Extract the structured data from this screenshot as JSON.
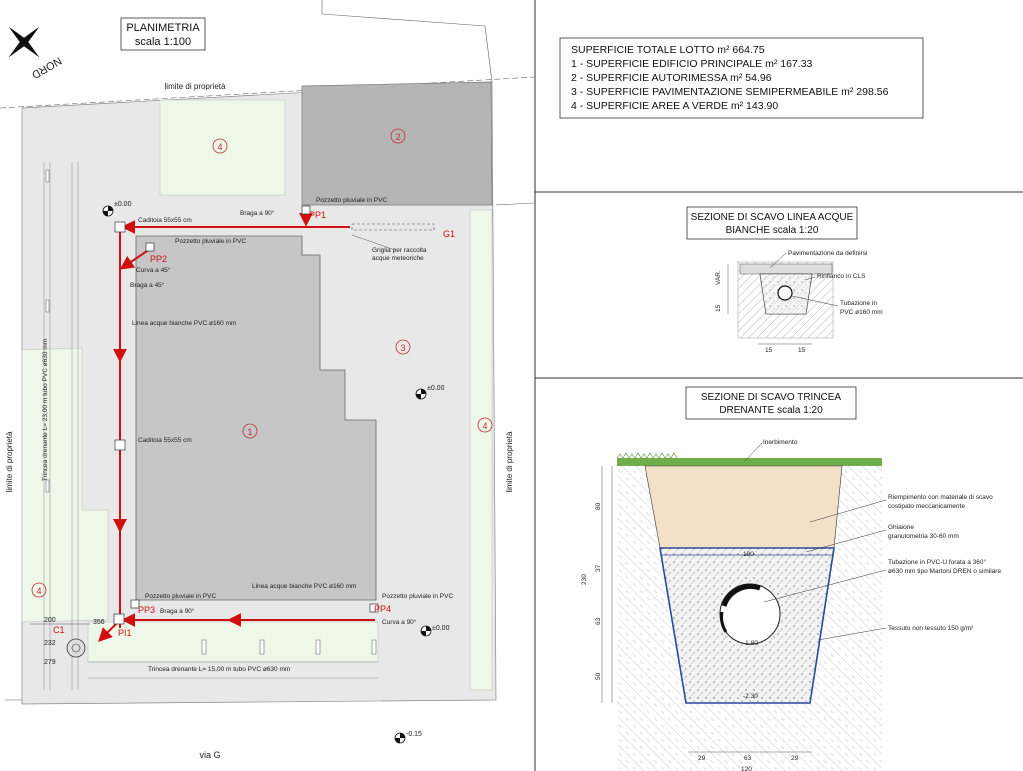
{
  "plan": {
    "title": "PLANIMETRIA",
    "scale": "scala 1:100",
    "north": "NORD",
    "limit_top": "limite di proprietà",
    "limit_left": "limite di proprietà",
    "limit_right": "limite di proprietà",
    "street": "via G",
    "areas": {
      "a1": "1",
      "a2": "2",
      "a3": "3",
      "a4_top": "4",
      "a4_left": "4",
      "a4_right": "4"
    },
    "levels": {
      "l1": "±0.00",
      "l2": "±0.00",
      "l3": "±0.00",
      "l4": "-0.15"
    },
    "nodes": {
      "pp1": "PP1",
      "pp2": "PP2",
      "pp3": "PP3",
      "pp4": "PP4",
      "pi1": "PI1",
      "c1": "C1",
      "g1": "G1"
    },
    "annotations": {
      "caditoia1": "Caditoia 55x55 cm",
      "braga90_top": "Braga a 90°",
      "pozzetto_pp1": "Pozzetto pluviale in PVC",
      "pozzetto_pp2": "Pozzetto pluviale in PVC",
      "curva45": "Curva a 45°",
      "braga45": "Braga a 45°",
      "griglia1": "Griglia per raccolta",
      "griglia2": "acque meteoriche",
      "linea_vert": "Linea acque bianche PVC ø160 mm",
      "caditoia2": "Caditoia 55x55 cm",
      "linea_horiz": "Linea acque bianche PVC ø160 mm",
      "pozzetto_pp3": "Pozzetto pluviale in PVC",
      "braga90_bottom": "Braga a 90°",
      "pozzetto_pp4": "Pozzetto pluviale in PVC",
      "curva90": "Curva a 90°",
      "trincea_vert": "Trincea drenante L= 23,00 m tubo PVC ø630 mm",
      "trincea_horiz": "Trincea drenante L= 15,00 m tubo PVC ø630 mm"
    },
    "dims": {
      "d200": "200",
      "d356": "356",
      "d232": "232",
      "d279": "279"
    }
  },
  "surfaces": [
    "SUPERFICIE TOTALE LOTTO m² 664.75",
    "1 - SUPERFICIE EDIFICIO PRINCIPALE m² 167.33",
    "2 - SUPERFICIE AUTORIMESSA m² 54.96",
    "3 - SUPERFICIE PAVIMENTAZIONE SEMIPERMEABILE m² 298.56",
    "4 - SUPERFICIE AREE A VERDE m² 143.90"
  ],
  "section1": {
    "title1": "SEZIONE DI SCAVO LINEA ACQUE",
    "title2": "BIANCHE scala 1:20",
    "label_pav": "Pavimentazione da definirsi",
    "label_rinf": "Rinfianco in CLS",
    "label_tub1": "Tubazione in",
    "label_tub2": "PVC ø160 mm",
    "dim_var": "VAR.",
    "dim_15v": "15",
    "dim_15a": "15",
    "dim_15b": "15"
  },
  "section2": {
    "title1": "SEZIONE DI SCAVO TRINCEA",
    "title2": "DRENANTE scala 1:20",
    "inerbimento": "Inerbimento",
    "riemp1": "Riempimento con materiale di scavo",
    "riemp2": "costipato meccanicamente",
    "ghiaia1": "Ghiaione",
    "ghiaia2": "granulometria 30-60 mm",
    "tub1": "Tubazione in PVC-U forata a 360°",
    "tub2": "ø630 mm tipo Martoni DREN  o similare",
    "tessuto": "Tessuto non tessuto 150 g/m²",
    "lvl_180": "-1.80",
    "lvl_230": "-2.30",
    "dim_230": "230",
    "dim_80": "80",
    "dim_37": "37",
    "dim_63": "63",
    "dim_50": "50",
    "dim_180": "180",
    "dim_29a": "29",
    "dim_63b": "63",
    "dim_29b": "29",
    "dim_120": "120"
  },
  "colors": {
    "pipe": "#d01010",
    "green": "#eef7e8",
    "paved": "#e9e9e9",
    "building": "#c6c6c6",
    "garage": "#b5b5b5",
    "border": "#2a4a9a"
  }
}
